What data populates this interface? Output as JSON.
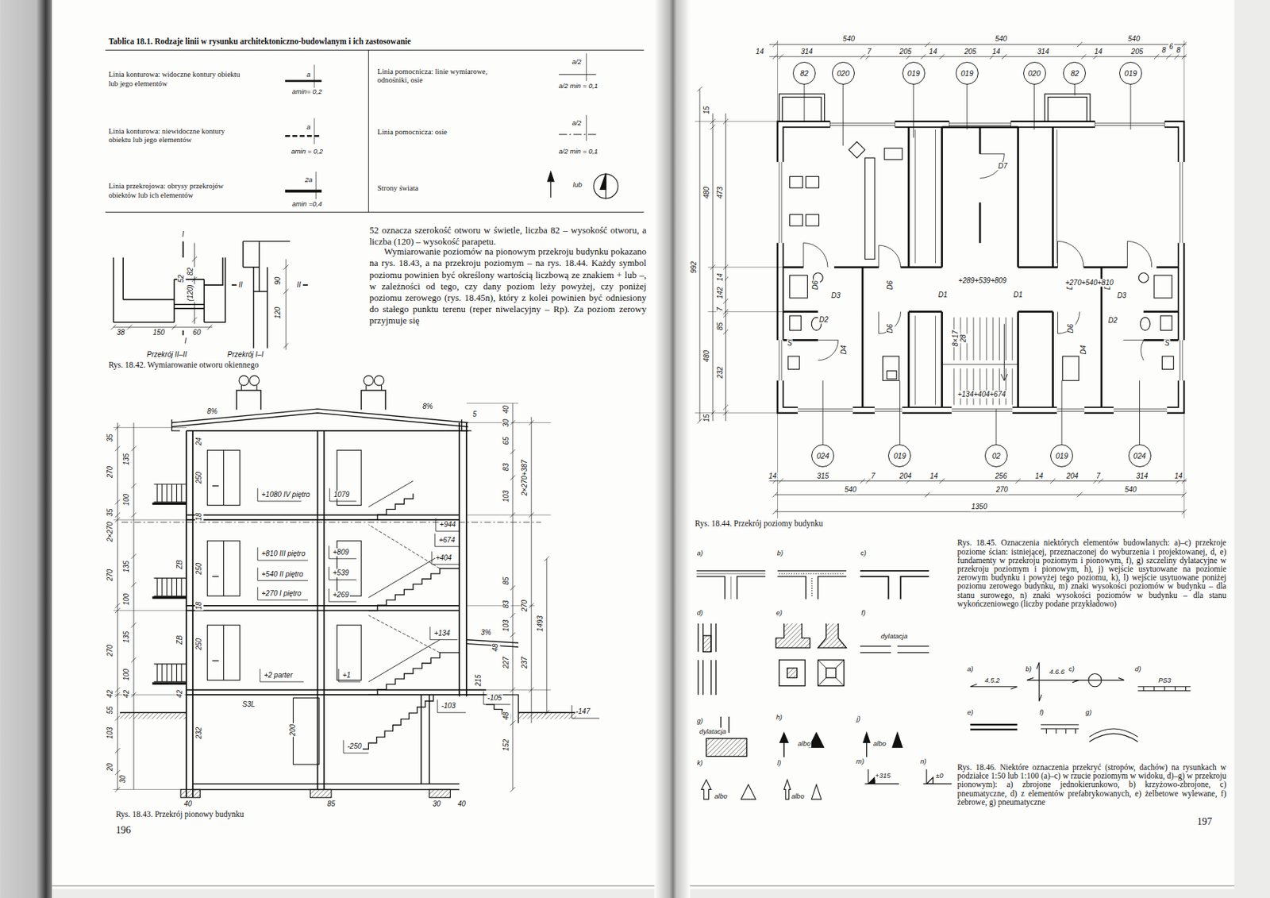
{
  "diagram": {
    "nodes": [
      {
        "text": [
          "82"
        ]
      },
      {
        "text": [
          "020"
        ]
      },
      {
        "text": [
          "019"
        ]
      },
      {
        "text": [
          "019"
        ]
      },
      {
        "text": [
          "020"
        ]
      },
      {
        "text": [
          "82"
        ]
      },
      {
        "text": [
          "019"
        ]
      },
      {
        "text": [
          "024"
        ]
      },
      {
        "text": [
          "019"
        ]
      },
      {
        "text": [
          "02"
        ]
      },
      {
        "text": [
          "019"
        ]
      },
      {
        "text": [
          "024"
        ]
      }
    ],
    "labels": [
      "Tablica 18.1. Rodzaje linii w rysunku architektoniczno-budowlanym i ich zastosowanie",
      "Linia konturowa: widoczne kontury obiektu lub jego elementów",
      "a",
      "amin= 0,2",
      "Linia konturowa: niewidoczne kontury obiektu lub jego elementów",
      "a",
      "amin = 0,2",
      "Linia przekrojowa: obrysy przekrojów obiektów lub ich elementów",
      "2a",
      "amin =0,4",
      "Linia pomocnicza: linie wymiarowe, odnośniki, osie",
      "a/2",
      "a/2 min = 0,1",
      "Linia pomocnicza: osie",
      "a/2",
      "a/2 min = 0,1",
      "Strony świata",
      "lub",
      "52 oznacza szerokość otworu w świetle, liczba 82 – wysokość otworu, a liczba (120) – wysokość parapetu.",
      "Wymiarowanie poziomów na pionowym przekroju budynku pokazano na rys. 18.43, a na przekroju poziomym – na rys. 18.44. Każdy symbol poziomu powinien być określony wartością liczbową ze znakiem + lub –, w zależności od tego, czy dany poziom leży powyżej, czy poniżej poziomu zerowego (rys. 18.45n), który z kolei powinien być odniesiony do stałego punktu terenu (reper niwelacyjny – Rp). Za poziom zerowy przyjmuje się",
      "I",
      "52",
      "(120)",
      "82",
      "38",
      "150",
      "60",
      "II",
      "90",
      "II",
      "120",
      "I",
      "Przekrój II–II",
      "Przekrój I–I",
      "Rys. 18.42. Wymiarowanie otworu okiennego",
      "8%",
      "8%",
      "35",
      "270",
      "135",
      "100",
      "35",
      "2×270",
      "270",
      "135",
      "100",
      "270",
      "135",
      "100",
      "42",
      "42",
      "55",
      "103",
      "20",
      "30",
      "24",
      "250",
      "18",
      "ZB",
      "250",
      "18",
      "ZB",
      "250",
      "42",
      "232",
      "40",
      "200",
      "+1080 IV piętro",
      "1079",
      "+944",
      "+674",
      "+404",
      "+810 III piętro",
      "+809",
      "+540 II piętro",
      "+539",
      "+270 I piętro",
      "+269",
      "+134",
      "3%",
      "+2 parter",
      "+1",
      "S3L",
      "-103",
      "-105",
      "-147",
      "-250",
      "85",
      "30",
      "40",
      "5",
      "30",
      "40",
      "65",
      "83",
      "103",
      "85",
      "83",
      "103",
      "48",
      "215",
      "227",
      "237",
      "2×270+387",
      "270",
      "1493",
      "48",
      "152",
      "Rys. 18.43. Przekrój pionowy budynku",
      "196",
      "540",
      "540",
      "540",
      "14",
      "314",
      "7",
      "205",
      "14",
      "205",
      "14",
      "314",
      "14",
      "205",
      "8",
      "6",
      "8",
      "15",
      "480",
      "473",
      "992",
      "14",
      "142",
      "7",
      "85",
      "480",
      "232",
      "15",
      "D7",
      "D6",
      "D6",
      "D6",
      "D6",
      "D3",
      "D3",
      "+289+539+809",
      "D1",
      "D1",
      "+270+540+810",
      "D2",
      "D2",
      "D6",
      "D6",
      "D4",
      "D4",
      "8×17",
      "28",
      "+134+404+674",
      "S",
      "S",
      "14",
      "315",
      "7",
      "204",
      "14",
      "256",
      "14",
      "204",
      "7",
      "314",
      "14",
      "540",
      "270",
      "540",
      "1350",
      "Rys. 18.44. Przekrój poziomy budynku",
      "a)",
      "b)",
      "c)",
      "d)",
      "e)",
      "f)",
      "dylatacja",
      "g)",
      "dylatacja",
      "h)",
      "albo",
      "j)",
      "albo",
      "k)",
      "albo",
      "l)",
      "albo",
      "m)",
      "+315",
      "n)",
      "±0",
      "Rys. 18.45. Oznaczenia niektórych elementów budowlanych: a)–c) przekroje poziome ścian: istniejącej, przeznaczonej do wyburzenia i projektowanej, d, e) fundamenty w przekroju poziomym i pionowym, f), g) szczeliny dylatacyjne w przekroju poziomym i pionowym, h), j) wejście usytuowane na poziomie zerowym budynku i powyżej tego poziomu, k), l) wejście usytuowane poniżej poziomu zerowego budynku, m) znaki wysokości poziomów w budynku – dla stanu surowego, n) znaki wysokości poziomów w budynku – dla stanu wykończeniowego (liczby podane przykładowo)",
      "a)",
      "4.5.2",
      "b)",
      "4.6.6",
      "c)",
      "d)",
      "PS3",
      "e)",
      "f)",
      "g)",
      "Rys. 18.46. Niektóre oznaczenia przekryć (stropów, dachów) na rysunkach w podziałce 1:50 lub 1:100 (a)–c) w rzucie poziomym w widoku, d)–g) w przekroju pionowym): a) zbrojone jednokierunkowo, b) krzyżowo-zbrojone, c) pneumatyczne, d) z elementów prefabrykowanych, e) żelbetowe wylewane, f) żebrowe, g) pneumatyczne",
      "197"
    ]
  }
}
